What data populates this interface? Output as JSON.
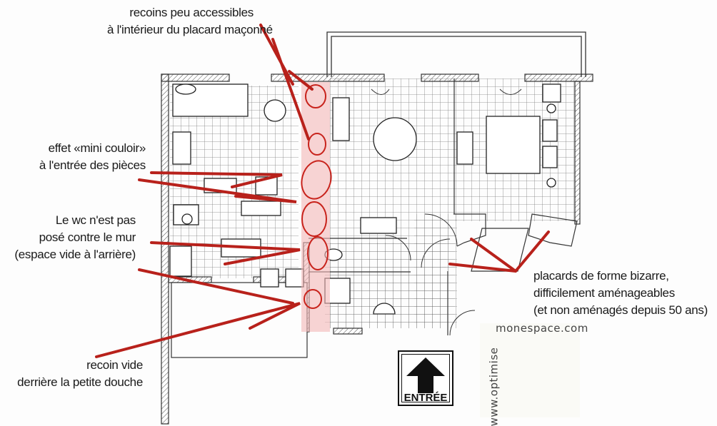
{
  "diagram": {
    "type": "annotated floor plan sketch",
    "annotation_color": "#b8211b",
    "highlight_color": "#f3b8b8",
    "line_color": "#333333"
  },
  "annotations": {
    "top": {
      "line1": "recoins peu accessibles",
      "line2": "à l'intérieur du placard maçonné"
    },
    "corridor": {
      "line1": "effet «mini couloir»",
      "line2": "à l'entrée des pièces"
    },
    "wc": {
      "line1": "Le wc n'est pas",
      "line2": "posé contre le mur",
      "line3": "(espace vide à l'arrière)"
    },
    "shower": {
      "line1": "recoin vide",
      "line2": "derrière la petite douche"
    },
    "closets": {
      "line1": "placards de forme bizarre,",
      "line2": "difficilement aménageables",
      "line3": "(et non aménagés depuis 50 ans)"
    }
  },
  "entrance_sign": {
    "label": "ENTRÉE",
    "icon": "up-arrow-icon"
  },
  "logo": {
    "top_text": "monespace.com",
    "side_text": "www.optimise"
  }
}
